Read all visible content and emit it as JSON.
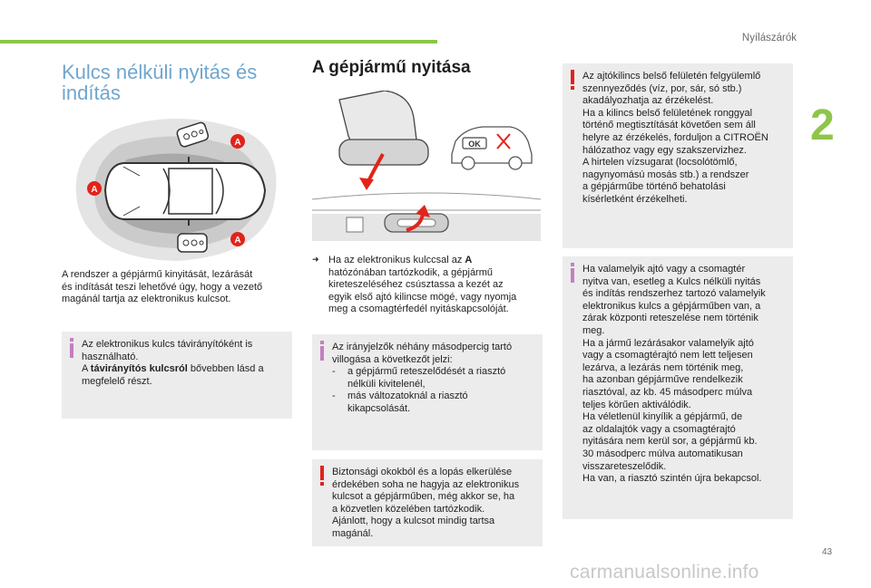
{
  "header": {
    "section": "Nyílászárók",
    "chapter_number": "2",
    "page_number": "43"
  },
  "col1": {
    "title_line1": "Kulcs nélküli nyitás és",
    "title_line2": "indítás",
    "diagram_zone_label": "A",
    "intro_l1": "A rendszer a gépjármű kinyitását, lezárását",
    "intro_l2": "és indítását teszi lehetővé úgy, hogy a vezető",
    "intro_l3": "magánál tartja az elektronikus kulcsot.",
    "info_l1": "Az elektronikus kulcs távirányítóként is",
    "info_l2": "használható.",
    "info_l3_pre": "A ",
    "info_l3_bold": "távirányítós kulcsról",
    "info_l3_post": " bővebben lásd a",
    "info_l4": "megfelelő részt."
  },
  "col2": {
    "title": "A gépjármű nyitása",
    "ok_label": "OK",
    "bullet_l1_pre": "Ha az elektronikus kulccsal az ",
    "bullet_l1_bold": "A",
    "bullet_l2": "hatózónában tartózkodik, a gépjármű",
    "bullet_l3": "kireteszeléséhez csúsztassa a kezét az",
    "bullet_l4": "egyik első ajtó kilincse mögé, vagy nyomja",
    "bullet_l5": "meg a csomagtérfedél nyitáskapcsolóját.",
    "info_l1": "Az irányjelzők néhány másodpercig tartó",
    "info_l2": "villogása a következőt jelzi:",
    "info_item1_l1": "a gépjármű reteszelődését a riasztó",
    "info_item1_l2": "nélküli kivitelenél,",
    "info_item2_l1": "más változatoknál a riasztó",
    "info_item2_l2": "kikapcsolását.",
    "warn_l1": "Biztonsági okokból és a lopás elkerülése",
    "warn_l2": "érdekében soha ne hagyja az elektronikus",
    "warn_l3": "kulcsot a gépjárműben, még akkor se, ha",
    "warn_l4": "a közvetlen közelében tartózkodik.",
    "warn_l5": "Ajánlott, hogy a kulcsot mindig tartsa",
    "warn_l6": "magánál."
  },
  "col3": {
    "warn_lines": [
      "Az ajtókilincs belső felületén felgyülemlő",
      "szennyeződés (víz, por, sár, só stb.)",
      "akadályozhatja az érzékelést.",
      "Ha a kilincs belső felületének ronggyal",
      "történő megtisztítását követően sem áll",
      "helyre az érzékelés, forduljon a CITROËN",
      "hálózathoz vagy egy szakszervizhez.",
      "A hirtelen vízsugarat (locsolótömlő,",
      "nagynyomású mosás stb.) a rendszer",
      "a gépjárműbe történő behatolási",
      "kísérletként érzékelheti."
    ],
    "info_lines": [
      "Ha valamelyik ajtó vagy a csomagtér",
      "nyitva van, esetleg a Kulcs nélküli nyitás",
      "és indítás rendszerhez tartozó valamelyik",
      "elektronikus kulcs a gépjárműben van, a",
      "zárak központi reteszelése nem történik",
      "meg.",
      "Ha a jármű lezárásakor valamelyik ajtó",
      "vagy a csomagtérajtó nem lett teljesen",
      "lezárva, a lezárás nem történik meg,",
      "ha azonban gépjárműve rendelkezik",
      "riasztóval, az kb. 45 másodperc múlva",
      "teljes körűen aktiválódik.",
      "Ha véletlenül kinyílik a gépjármű, de",
      "az oldalajtók vagy a csomagtérajtó",
      "nyitására nem kerül sor, a gépjármű kb.",
      "30 másodperc múlva automatikusan",
      "visszareteszelődik.",
      "Ha van, a riasztó szintén újra bekapcsol."
    ]
  },
  "watermark": "carmanualsonline.info",
  "colors": {
    "accent_green": "#8ec54a",
    "title_blue": "#6fa6cf",
    "info_purple": "#c47fbf",
    "warn_red": "#e2231a",
    "box_grey": "#ececec"
  }
}
